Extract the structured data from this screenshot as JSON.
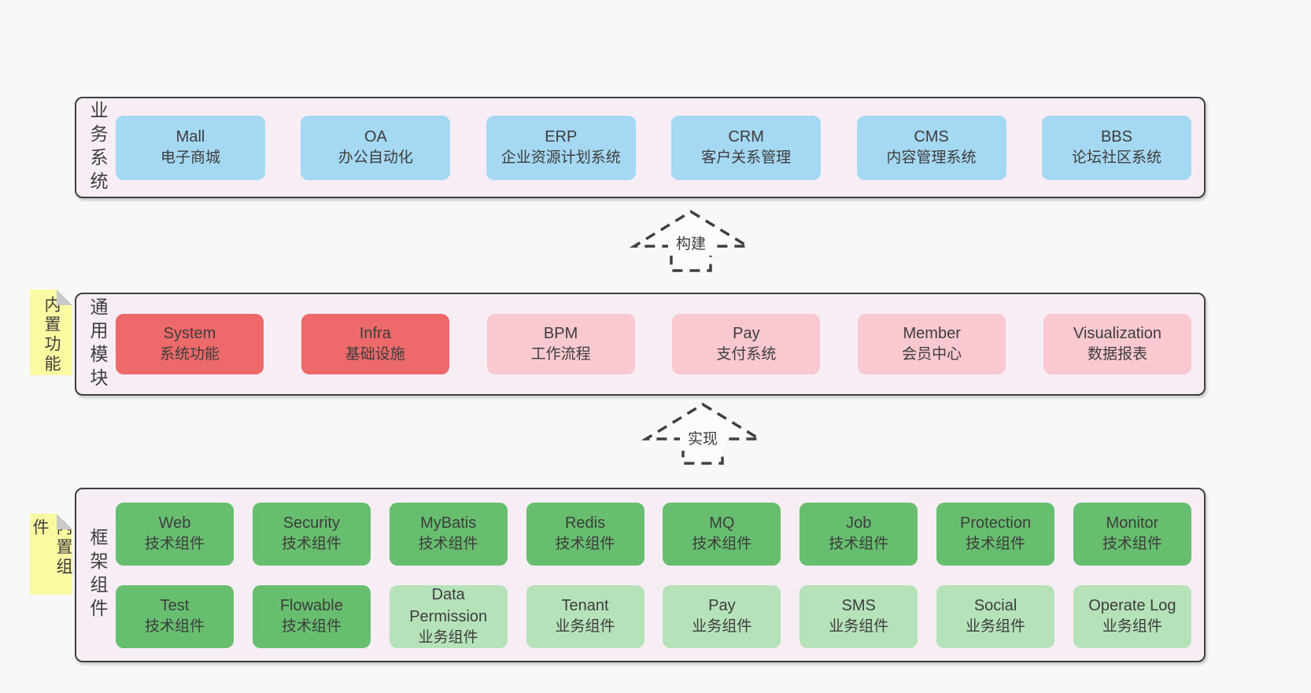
{
  "bands": [
    {
      "label": "业务系统",
      "rows": [
        [
          {
            "title": "Mall",
            "subtitle": "电子商城",
            "variant": "blue"
          },
          {
            "title": "OA",
            "subtitle": "办公自动化",
            "variant": "blue"
          },
          {
            "title": "ERP",
            "subtitle": "企业资源计划系统",
            "variant": "blue"
          },
          {
            "title": "CRM",
            "subtitle": "客户关系管理",
            "variant": "blue"
          },
          {
            "title": "CMS",
            "subtitle": "内容管理系统",
            "variant": "blue"
          },
          {
            "title": "BBS",
            "subtitle": "论坛社区系统",
            "variant": "blue"
          }
        ]
      ]
    },
    {
      "label": "通用模块",
      "rows": [
        [
          {
            "title": "System",
            "subtitle": "系统功能",
            "variant": "red"
          },
          {
            "title": "Infra",
            "subtitle": "基础设施",
            "variant": "red"
          },
          {
            "title": "BPM",
            "subtitle": "工作流程",
            "variant": "pink"
          },
          {
            "title": "Pay",
            "subtitle": "支付系统",
            "variant": "pink"
          },
          {
            "title": "Member",
            "subtitle": "会员中心",
            "variant": "pink"
          },
          {
            "title": "Visualization",
            "subtitle": "数据报表",
            "variant": "pink"
          }
        ]
      ]
    },
    {
      "label": "框架组件",
      "rows": [
        [
          {
            "title": "Web",
            "subtitle": "技术组件",
            "variant": "green"
          },
          {
            "title": "Security",
            "subtitle": "技术组件",
            "variant": "green"
          },
          {
            "title": "MyBatis",
            "subtitle": "技术组件",
            "variant": "green"
          },
          {
            "title": "Redis",
            "subtitle": "技术组件",
            "variant": "green"
          },
          {
            "title": "MQ",
            "subtitle": "技术组件",
            "variant": "green"
          },
          {
            "title": "Job",
            "subtitle": "技术组件",
            "variant": "green"
          },
          {
            "title": "Protection",
            "subtitle": "技术组件",
            "variant": "green"
          },
          {
            "title": "Monitor",
            "subtitle": "技术组件",
            "variant": "green"
          }
        ],
        [
          {
            "title": "Test",
            "subtitle": "技术组件",
            "variant": "green"
          },
          {
            "title": "Flowable",
            "subtitle": "技术组件",
            "variant": "green"
          },
          {
            "title": "Data Permission",
            "subtitle": "业务组件",
            "variant": "light-green"
          },
          {
            "title": "Tenant",
            "subtitle": "业务组件",
            "variant": "light-green"
          },
          {
            "title": "Pay",
            "subtitle": "业务组件",
            "variant": "light-green"
          },
          {
            "title": "SMS",
            "subtitle": "业务组件",
            "variant": "light-green"
          },
          {
            "title": "Social",
            "subtitle": "业务组件",
            "variant": "light-green"
          },
          {
            "title": "Operate Log",
            "subtitle": "业务组件",
            "variant": "light-green"
          }
        ]
      ]
    }
  ],
  "notes": [
    {
      "label": "内置功能"
    },
    {
      "label": "内置组件"
    }
  ],
  "arrows": [
    {
      "label": "构建"
    },
    {
      "label": "实现"
    }
  ],
  "colors": {
    "page_background": "#f8f8f8",
    "band_background": "#f7edf4",
    "band_border": "#3f3f3f",
    "box_blue": "#a5d8f3",
    "box_red": "#ee6a6a",
    "box_pink": "#f9c8d0",
    "box_green": "#66be6e",
    "box_light_green": "#b6e2b9",
    "note_yellow": "#fafaa2",
    "note_fold_gray": "#c9c9c9",
    "text": "#3d3d3d"
  }
}
